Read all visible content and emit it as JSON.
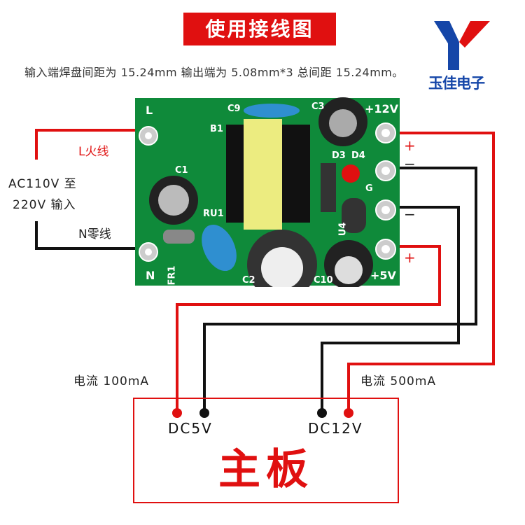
{
  "title": "使用接线图",
  "spec_text": "输入端焊盘间距为 15.24mm 输出端为 5.08mm*3 总间距 15.24mm。",
  "logo": {
    "text": "玉佳电子",
    "colors": {
      "blue": "#1546a8",
      "red": "#e01010"
    }
  },
  "input": {
    "l_label": "L火线",
    "ac_label_line1": "AC110V 至",
    "ac_label_line2": "220V 输入",
    "n_label": "N零线"
  },
  "pcb": {
    "labels": {
      "L": "L",
      "N": "N",
      "v12": "+12V",
      "v5": "+5V",
      "G": "G",
      "C1": "C1",
      "C2": "C2",
      "C3": "C3",
      "C9": "C9",
      "C10": "C10",
      "B1": "B1",
      "RU1": "RU1",
      "D3": "D3",
      "D4": "D4",
      "U4": "U4",
      "FR1": "FR1"
    }
  },
  "outputs": {
    "plus1": "+",
    "minus1": "−",
    "minus2": "−",
    "plus2": "+"
  },
  "current_5v": "电流 100mA",
  "current_12v": "电流 500mA",
  "main_board": {
    "title": "主板",
    "dc5v": "DC5V",
    "dc12v": "DC12V"
  },
  "colors": {
    "wire_red": "#e01010",
    "wire_black": "#111111",
    "pcb_green": "#0f8a3a"
  }
}
